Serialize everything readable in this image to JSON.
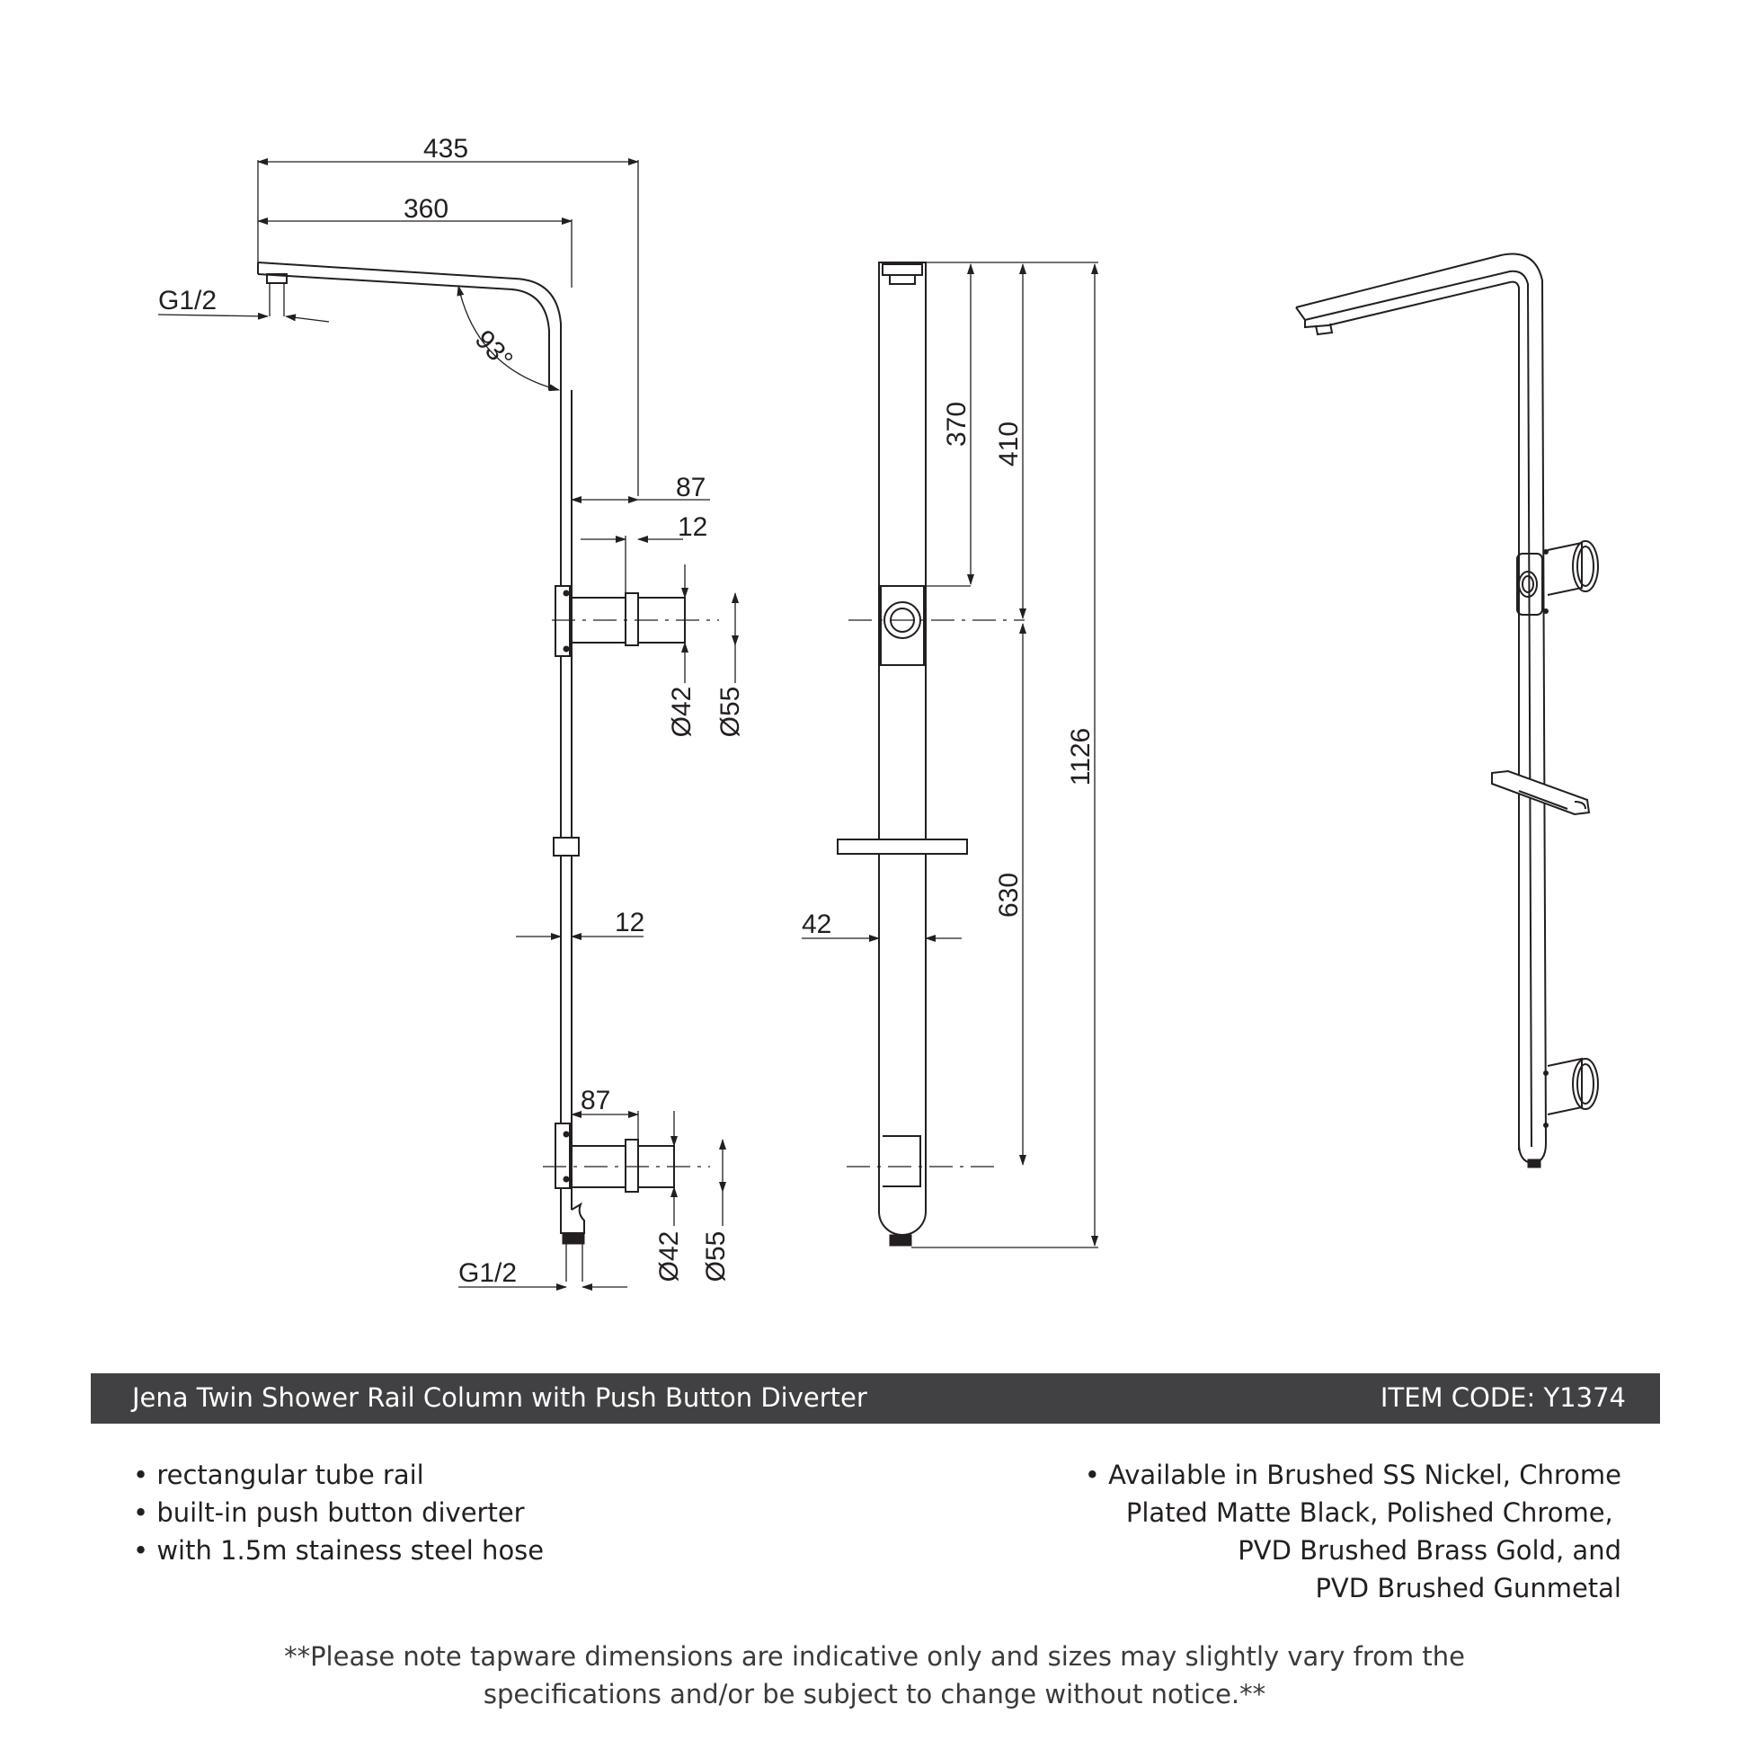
{
  "drawing": {
    "side_view": {
      "dim_overall_reach": "435",
      "dim_arm_reach": "360",
      "dim_inlet_top": "G1/2",
      "dim_angle": "93°",
      "dim_upper_offset": "87",
      "dim_upper_flange": "12",
      "dim_upper_dia_inner": "Ø42",
      "dim_upper_dia_outer": "Ø55",
      "dim_rail_depth": "12",
      "dim_lower_offset": "87",
      "dim_inlet_bottom": "G1/2",
      "dim_lower_dia_inner": "Ø42",
      "dim_lower_dia_outer": "Ø55"
    },
    "front_view": {
      "dim_to_diverter": "370",
      "dim_to_upper_bracket": "410",
      "dim_overall_height": "1126",
      "dim_bracket_spacing": "630",
      "dim_rail_width": "42"
    },
    "perspective_view": {}
  },
  "title_bar": {
    "product_name": "Jena Twin Shower Rail Column with Push Button Diverter",
    "item_code": "ITEM CODE: Y1374",
    "background": "#414042"
  },
  "features": [
    "• rectangular tube rail",
    "• built-in push button diverter",
    "• with 1.5m stainess steel hose"
  ],
  "availability": [
    "• Available in Brushed SS Nickel, Chrome",
    "Plated Matte Black, Polished Chrome, ",
    "PVD Brushed Brass Gold, and",
    "PVD Brushed Gunmetal"
  ],
  "disclaimer": [
    "**Please note tapware dimensions are indicative only and sizes may slightly vary from the",
    "specifications and/or be subject to change without notice.**"
  ]
}
